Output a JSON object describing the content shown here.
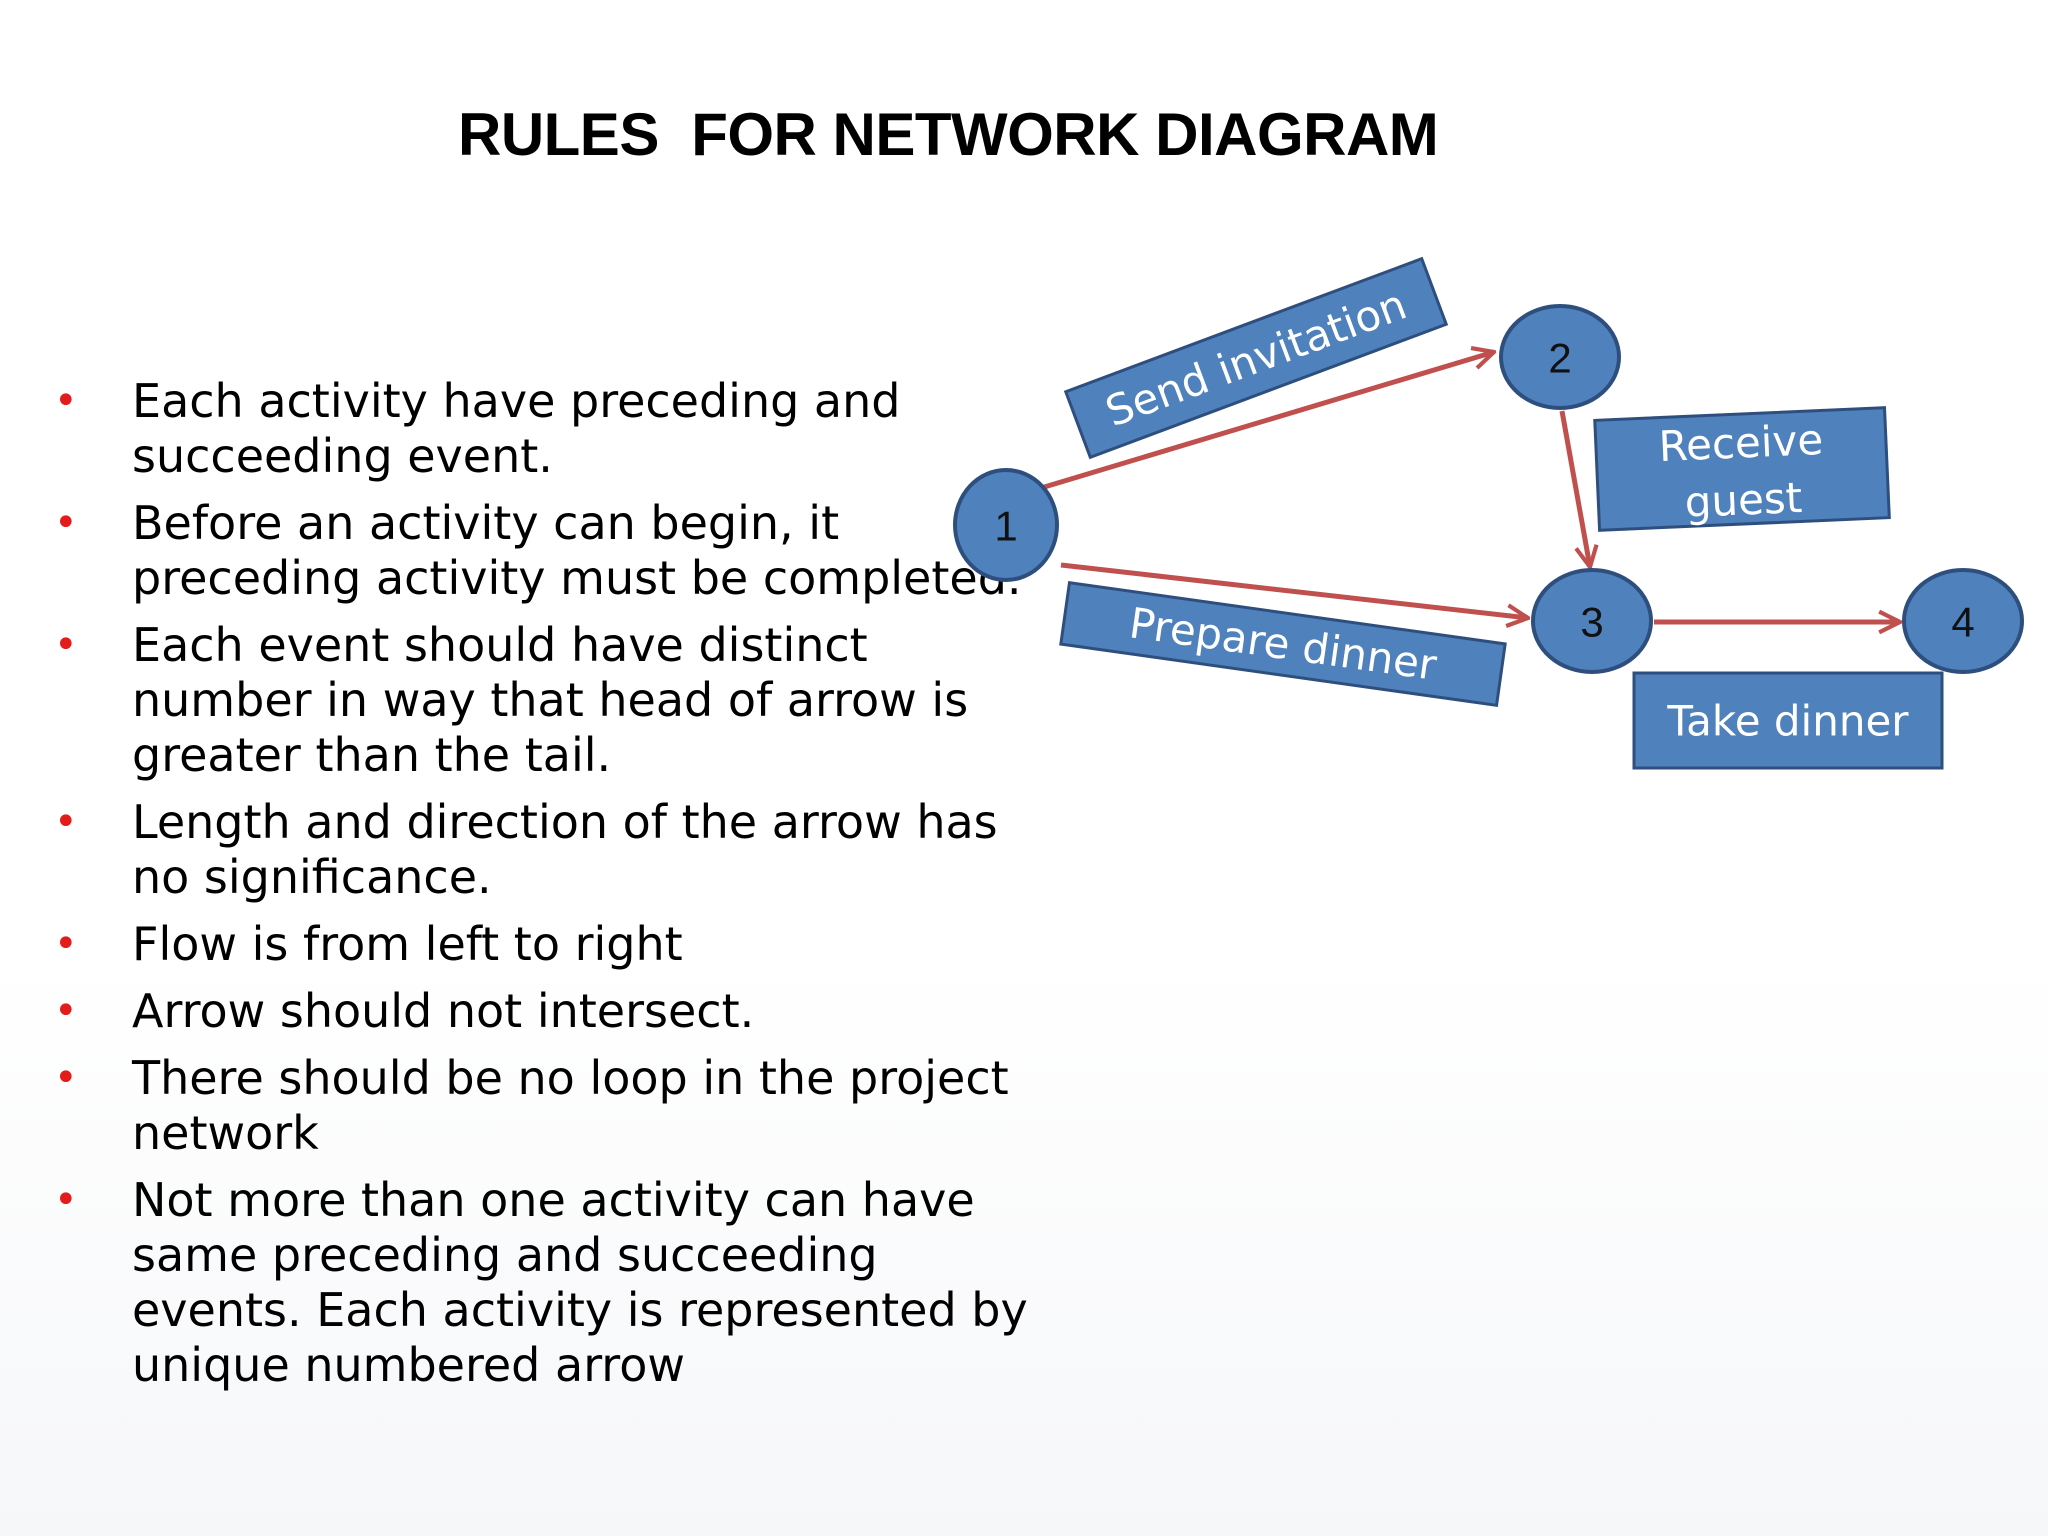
{
  "title": "RULES  FOR NETWORK DIAGRAM",
  "rules": [
    "Each activity have preceding and succeeding event.",
    "Before an activity can begin, it preceding activity must be completed.",
    "Each event should have distinct number in way that head of arrow is greater than the tail.",
    "Length and direction of the arrow has no significance.",
    "Flow is from left to right",
    "Arrow should not intersect.",
    "There should be no loop in the project network",
    "Not more than one activity can have same preceding and succeeding events. Each activity is represented by unique numbered arrow"
  ],
  "bullet_symbol": "•",
  "diagram": {
    "nodes": [
      {
        "id": "1",
        "label": "1"
      },
      {
        "id": "2",
        "label": "2"
      },
      {
        "id": "3",
        "label": "3"
      },
      {
        "id": "4",
        "label": "4"
      }
    ],
    "activities": [
      {
        "from": "1",
        "to": "2",
        "label": "Send invitation"
      },
      {
        "from": "2",
        "to": "3",
        "label_lines": [
          "Receive",
          "guest"
        ]
      },
      {
        "from": "1",
        "to": "3",
        "label": "Prepare dinner"
      },
      {
        "from": "3",
        "to": "4",
        "label": "Take dinner"
      }
    ]
  },
  "colors": {
    "bullet": "#e31b1b",
    "node_fill": "#4f81bd",
    "node_stroke": "#2e4f7e",
    "label_box_fill": "#4f81bd",
    "label_box_stroke": "#2e4f7e",
    "arrow": "#c0504d",
    "label_text": "#ffffff"
  }
}
